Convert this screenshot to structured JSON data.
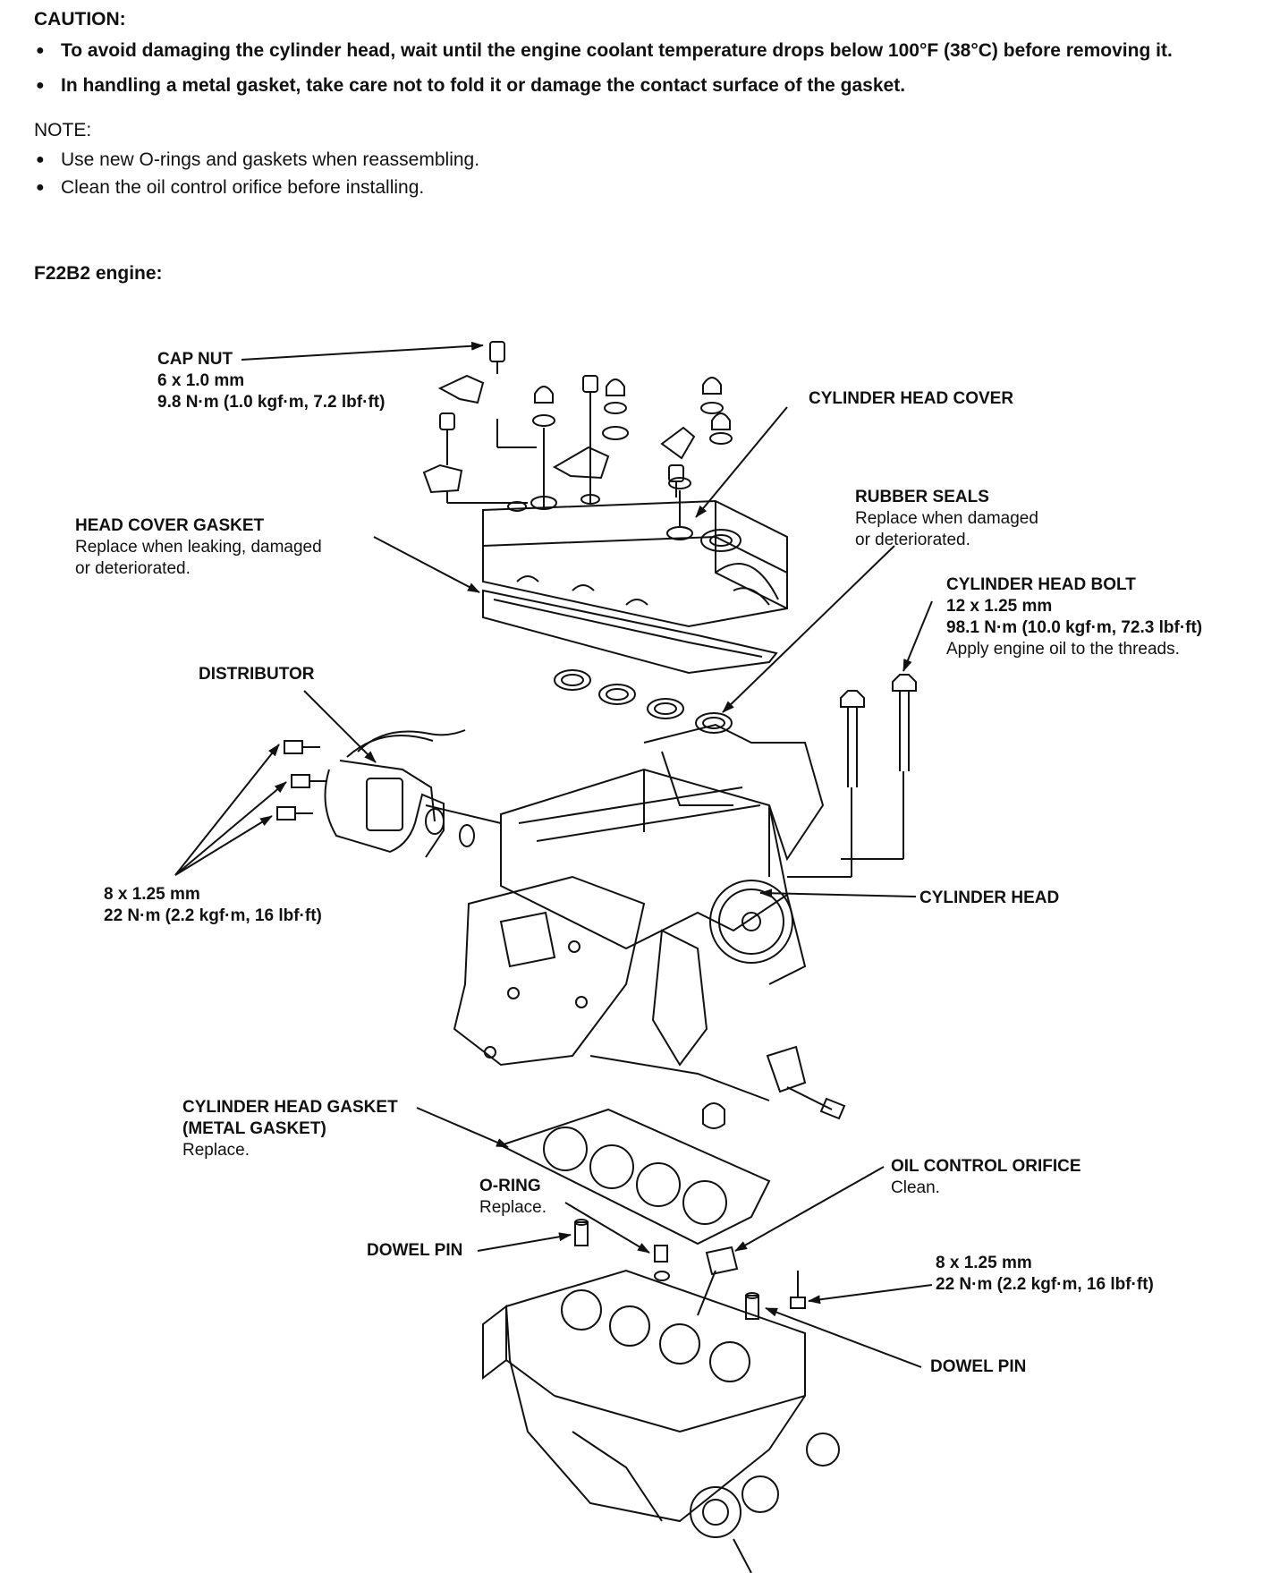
{
  "caution": {
    "heading": "CAUTION:",
    "items": [
      "To avoid damaging the cylinder head, wait until the engine coolant temperature drops below 100°F (38°C) before removing it.",
      "In handling a metal gasket, take care not to fold it or damage the contact surface of the gasket."
    ]
  },
  "note": {
    "heading": "NOTE:",
    "items": [
      "Use new O-rings and gaskets when reassembling.",
      "Clean the oil control orifice before installing."
    ]
  },
  "engine_heading": "F22B2 engine:",
  "labels": {
    "cap_nut": {
      "title": "CAP NUT",
      "line1": "6 x 1.0 mm",
      "line2": "9.8 N·m (1.0 kgf·m, 7.2 lbf·ft)"
    },
    "cylinder_head_cover": {
      "title": "CYLINDER HEAD COVER"
    },
    "rubber_seals": {
      "title": "RUBBER SEALS",
      "line1": "Replace when damaged",
      "line2": "or deteriorated."
    },
    "head_cover_gasket": {
      "title": "HEAD COVER GASKET",
      "line1": "Replace when leaking, damaged",
      "line2": "or deteriorated."
    },
    "cylinder_head_bolt": {
      "title": "CYLINDER HEAD BOLT",
      "line1": "12 x 1.25 mm",
      "line2": "98.1 N·m (10.0 kgf·m, 72.3 lbf·ft)",
      "line3": "Apply engine oil to the threads."
    },
    "distributor": {
      "title": "DISTRIBUTOR"
    },
    "distributor_bolts": {
      "title": "8 x 1.25 mm",
      "line1": "22 N·m (2.2 kgf·m, 16 lbf·ft)"
    },
    "cylinder_head": {
      "title": "CYLINDER HEAD"
    },
    "cylinder_head_gasket": {
      "title": "CYLINDER HEAD GASKET",
      "line1": "(METAL GASKET)",
      "line2": "Replace."
    },
    "o_ring": {
      "title": "O-RING",
      "line1": "Replace."
    },
    "oil_control_orifice": {
      "title": "OIL CONTROL ORIFICE",
      "line1": "Clean."
    },
    "dowel_pin_left": {
      "title": "DOWEL PIN"
    },
    "block_bolt": {
      "title": "8 x 1.25 mm",
      "line1": "22 N·m (2.2 kgf·m, 16 lbf·ft)"
    },
    "dowel_pin_right": {
      "title": "DOWEL PIN"
    }
  }
}
